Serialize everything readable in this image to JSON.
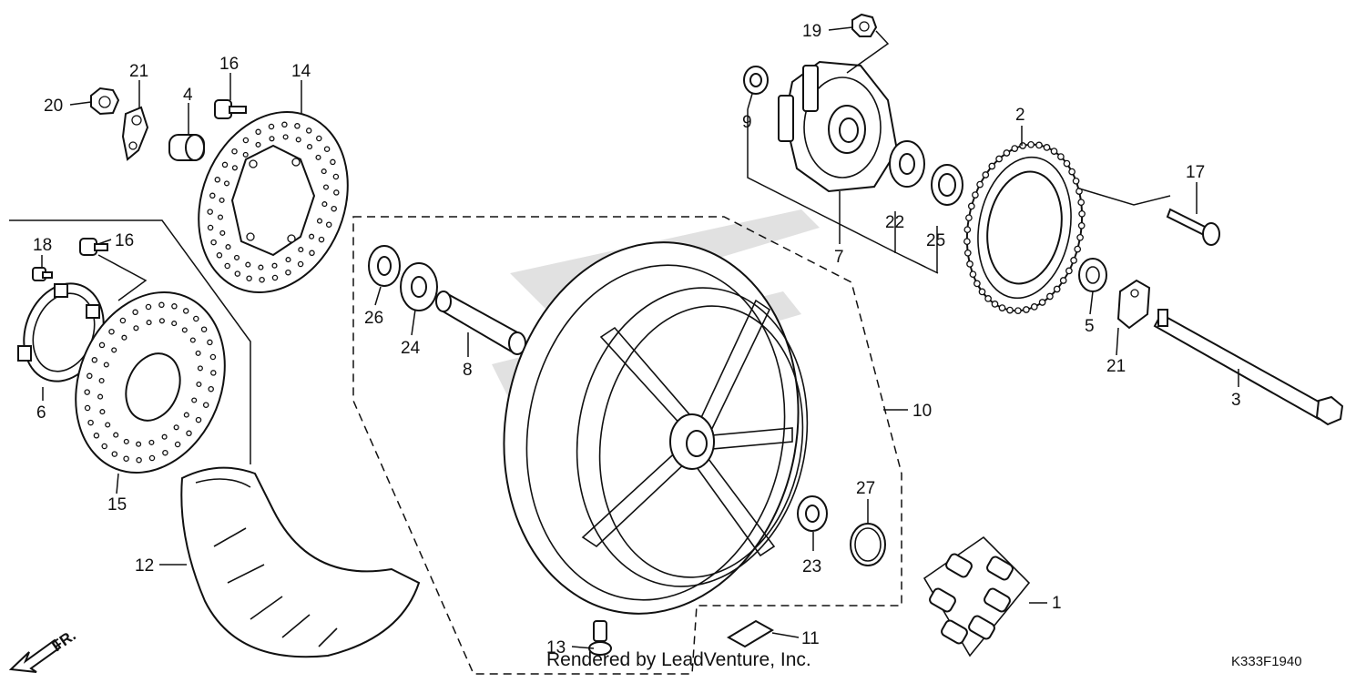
{
  "diagram": {
    "callouts": [
      {
        "id": "c1",
        "text": "1"
      },
      {
        "id": "c2",
        "text": "2"
      },
      {
        "id": "c3",
        "text": "3"
      },
      {
        "id": "c4",
        "text": "4"
      },
      {
        "id": "c5",
        "text": "5"
      },
      {
        "id": "c6",
        "text": "6"
      },
      {
        "id": "c7",
        "text": "7"
      },
      {
        "id": "c8",
        "text": "8"
      },
      {
        "id": "c9",
        "text": "9"
      },
      {
        "id": "c10",
        "text": "10"
      },
      {
        "id": "c11",
        "text": "11"
      },
      {
        "id": "c12",
        "text": "12"
      },
      {
        "id": "c13",
        "text": "13"
      },
      {
        "id": "c14",
        "text": "14"
      },
      {
        "id": "c15",
        "text": "15"
      },
      {
        "id": "c16a",
        "text": "16"
      },
      {
        "id": "c16b",
        "text": "16"
      },
      {
        "id": "c17",
        "text": "17"
      },
      {
        "id": "c18",
        "text": "18"
      },
      {
        "id": "c19",
        "text": "19"
      },
      {
        "id": "c20",
        "text": "20"
      },
      {
        "id": "c21a",
        "text": "21"
      },
      {
        "id": "c21b",
        "text": "21"
      },
      {
        "id": "c22",
        "text": "22"
      },
      {
        "id": "c23",
        "text": "23"
      },
      {
        "id": "c24",
        "text": "24"
      },
      {
        "id": "c25",
        "text": "25"
      },
      {
        "id": "c26",
        "text": "26"
      },
      {
        "id": "c27",
        "text": "27"
      }
    ],
    "direction_label": "FR.",
    "watermark": "Rendered by LeadVenture, Inc.",
    "figure_code": "K333F1940"
  }
}
